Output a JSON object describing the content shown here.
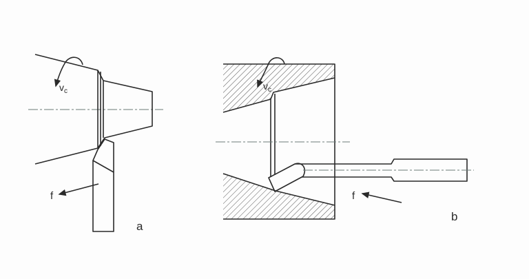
{
  "figure_a": {
    "cutting_speed_label": "v",
    "cutting_speed_subscript": "c",
    "feed_label": "f",
    "panel_label": "a"
  },
  "figure_b": {
    "cutting_speed_label": "v",
    "cutting_speed_subscript": "c",
    "feed_label": "f",
    "panel_label": "b"
  },
  "colors": {
    "line": "#2a2a2a",
    "centerline": "#6a7a78",
    "background": "#fdfdfd"
  }
}
